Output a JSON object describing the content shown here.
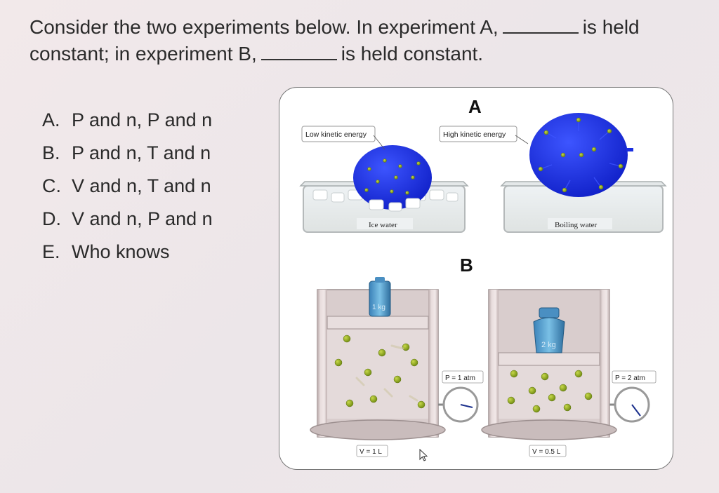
{
  "question": {
    "part1": "Consider the two experiments below. In experiment A,",
    "part2": "is held constant; in experiment B,",
    "part3": "is held constant."
  },
  "options": [
    {
      "letter": "A.",
      "text": "P and n, P and n"
    },
    {
      "letter": "B.",
      "text": "P and n, T and n"
    },
    {
      "letter": "C.",
      "text": "V and n, T and n"
    },
    {
      "letter": "D.",
      "text": "V and n, P and n"
    },
    {
      "letter": "E.",
      "text": "Who knows"
    }
  ],
  "figure": {
    "panel_a_label": "A",
    "panel_b_label": "B",
    "a_left_caption": "Low kinetic energy",
    "a_right_caption": "High kinetic energy",
    "a_left_bath": "Ice water",
    "a_right_bath": "Boiling water",
    "b_left_weight": "1 kg",
    "b_right_weight": "2 kg",
    "b_left_pressure": "P = 1 atm",
    "b_right_pressure": "P = 2 atm",
    "b_left_volume": "V = 1 L",
    "b_right_volume": "V = 0.5 L",
    "balloon_color": "#1a2fe0",
    "molecule_color": "#8ea81c",
    "cylinder_color": "#d9c9c9"
  }
}
